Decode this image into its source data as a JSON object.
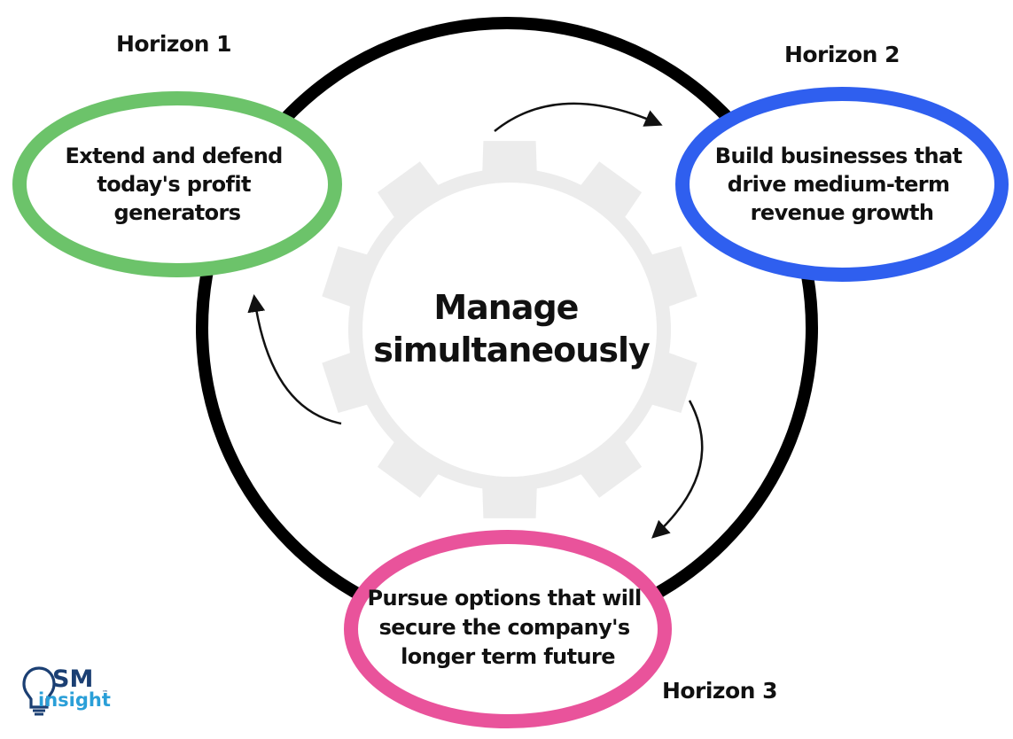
{
  "center": {
    "line1": "Manage",
    "line2": "simultaneously"
  },
  "horizons": [
    {
      "label": "Horizon 1",
      "lines": [
        "Extend and defend",
        "today's profit",
        "generators"
      ],
      "color": "#6cc36a"
    },
    {
      "label": "Horizon 2",
      "lines": [
        "Build businesses that",
        "drive medium-term",
        "revenue growth"
      ],
      "color": "#2f5fef"
    },
    {
      "label": "Horizon 3",
      "lines": [
        "Pursue options that will",
        "secure the company's",
        "longer term future"
      ],
      "color": "#e9539b"
    }
  ],
  "logo": {
    "brand": "SM",
    "sub": "insight",
    "mark": "™",
    "icon": "lightbulb-icon",
    "brand_color": "#1b3f73",
    "sub_color": "#2a9fd8"
  },
  "colors": {
    "ring": "#000000",
    "gear": "#ececec"
  }
}
